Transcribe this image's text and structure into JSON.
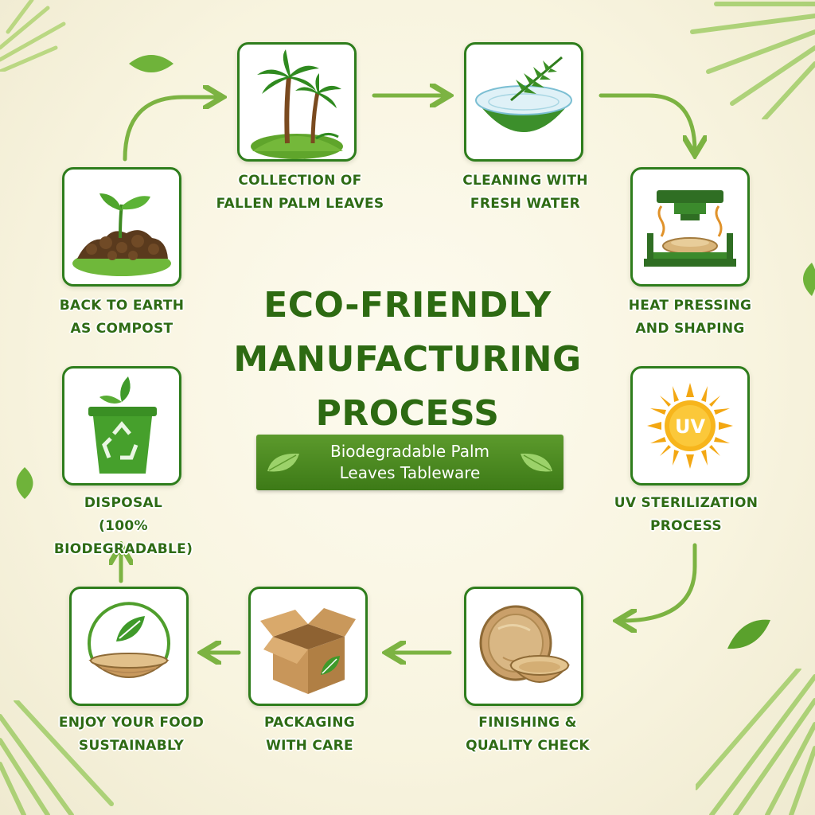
{
  "title": {
    "line1": "ECO-FRIENDLY",
    "line2": "MANUFACTURING",
    "line3": "PROCESS"
  },
  "subtitle": {
    "line1": "Biodegradable Palm",
    "line2": "Leaves Tableware"
  },
  "steps": [
    {
      "line1": "COLLECTION OF",
      "line2": "FALLEN PALM LEAVES",
      "icon": "palm-trees-icon"
    },
    {
      "line1": "CLEANING WITH",
      "line2": "FRESH WATER",
      "icon": "water-bowl-leaf-icon"
    },
    {
      "line1": "HEAT PRESSING",
      "line2": "AND SHAPING",
      "icon": "heat-press-icon"
    },
    {
      "line1": "UV STERILIZATION",
      "line2": "PROCESS",
      "icon": "uv-sun-icon",
      "badge": "UV"
    },
    {
      "line1": "FINISHING &",
      "line2": "QUALITY CHECK",
      "icon": "palm-plates-icon"
    },
    {
      "line1": "PACKAGING",
      "line2": "WITH CARE",
      "icon": "cardboard-box-icon"
    },
    {
      "line1": "ENJOY YOUR FOOD",
      "line2": "SUSTAINABLY",
      "icon": "bowl-leaf-icon"
    },
    {
      "line1": "DISPOSAL",
      "line2": "(100% BIODEGRADABLE)",
      "icon": "recycle-bin-icon"
    },
    {
      "line1": "BACK TO EARTH",
      "line2": "AS COMPOST",
      "icon": "sprout-soil-icon"
    }
  ],
  "colors": {
    "primary_green": "#2e7d1c",
    "label_green": "#2e6b14",
    "arrow_green": "#7cb342",
    "background": "#f8f4df"
  }
}
